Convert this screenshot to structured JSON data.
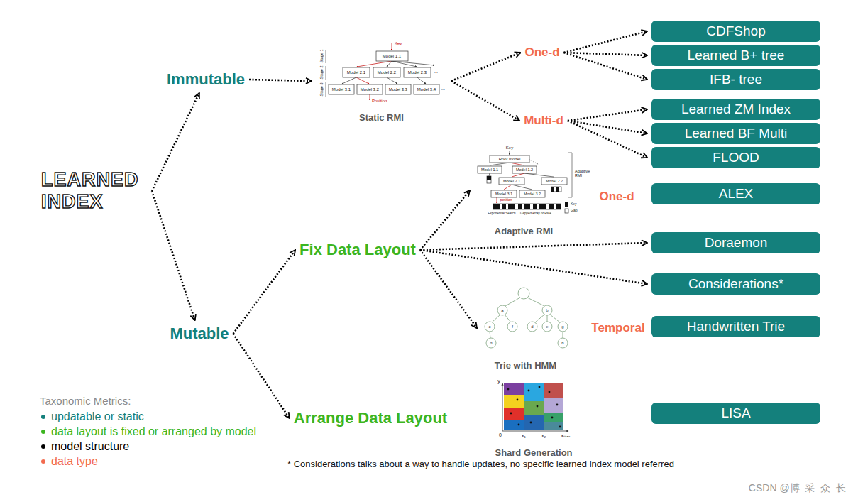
{
  "diagram": {
    "nodes": [
      {
        "text": [
          "LEARNED INDEX"
        ]
      },
      {
        "text": [
          "Immutable"
        ]
      },
      {
        "text": [
          "Static RMI"
        ]
      },
      {
        "text": [
          "One-d"
        ]
      },
      {
        "text": [
          "Multi-d"
        ]
      },
      {
        "text": [
          "CDFShop"
        ]
      },
      {
        "text": [
          "Learned B+ tree"
        ]
      },
      {
        "text": [
          "IFB- tree"
        ]
      },
      {
        "text": [
          "Learned ZM Index"
        ]
      },
      {
        "text": [
          "Learned BF Multi"
        ]
      },
      {
        "text": [
          "FLOOD"
        ]
      },
      {
        "text": [
          "Adaptive RMI"
        ]
      },
      {
        "text": [
          "ALEX"
        ]
      },
      {
        "text": [
          "Mutable"
        ]
      },
      {
        "text": [
          "Fix Data Layout"
        ]
      },
      {
        "text": [
          "Doraemon"
        ]
      },
      {
        "text": [
          "Considerations*"
        ]
      },
      {
        "text": [
          "Trie with HMM"
        ]
      },
      {
        "text": [
          "Handwritten Trie"
        ]
      },
      {
        "text": [
          "Arrange Data Layout"
        ]
      },
      {
        "text": [
          "Shard Generation"
        ]
      },
      {
        "text": [
          "LISA"
        ]
      }
    ],
    "edges": [
      {
        "from": 0,
        "to": 1,
        "arrow": "to"
      },
      {
        "from": 0,
        "to": 13,
        "arrow": "to"
      },
      {
        "from": 1,
        "to": 2,
        "arrow": "to"
      },
      {
        "from": 2,
        "to": 3,
        "arrow": "to"
      },
      {
        "from": 2,
        "to": 4,
        "arrow": "to"
      },
      {
        "from": 3,
        "to": 5,
        "arrow": "to"
      },
      {
        "from": 3,
        "to": 6,
        "arrow": "to"
      },
      {
        "from": 3,
        "to": 7,
        "arrow": "to"
      },
      {
        "from": 4,
        "to": 8,
        "arrow": "to"
      },
      {
        "from": 4,
        "to": 9,
        "arrow": "to"
      },
      {
        "from": 4,
        "to": 10,
        "arrow": "to"
      },
      {
        "from": 13,
        "to": 14,
        "arrow": "to"
      },
      {
        "from": 13,
        "to": 19,
        "arrow": "to"
      },
      {
        "from": 14,
        "to": 11,
        "arrow": "to"
      },
      {
        "from": 14,
        "to": 15,
        "arrow": "to"
      },
      {
        "from": 14,
        "to": 16,
        "arrow": "to"
      },
      {
        "from": 14,
        "to": 17,
        "arrow": "to"
      }
    ],
    "labels": [
      "One-d",
      "Temporal",
      "Key",
      "Model 1.1",
      "Model 2.1",
      "Model 2.2",
      "Model 2.3",
      "Model 3.1",
      "Model 3.2",
      "Model 3.3",
      "Model 3.4",
      "Position",
      "Stage 1",
      "Stage 2",
      "Stage 3",
      "...",
      "...",
      "Key",
      "Root model",
      "Model 1.1",
      "Model 1.2",
      "Model 2.1",
      "Model 2.2",
      "Model 3.1",
      "Model 3.2",
      "position",
      "Exponential Search",
      "Gapped Array or PMA",
      "Key",
      "Gap",
      "Adaptive RMI",
      "...",
      "a",
      "b",
      "c",
      "f",
      "d",
      "e",
      "g",
      "d",
      "h",
      "y",
      "0",
      "x₁",
      "x₂",
      "xₘₐₓ",
      "Taxonomic Metrics:",
      "* Considerations talks about a way to handle updates, no specific learned index model referred",
      "CSDN @博_采_众_长"
    ],
    "legend": [
      {
        "text": "updatable or static",
        "color": "#14807c"
      },
      {
        "text": "data layout is fixed or arranged by model",
        "color": "#3cb521"
      },
      {
        "text": "model structure",
        "color": "#000000"
      },
      {
        "text": "data type",
        "color": "#f26b4f"
      }
    ]
  }
}
